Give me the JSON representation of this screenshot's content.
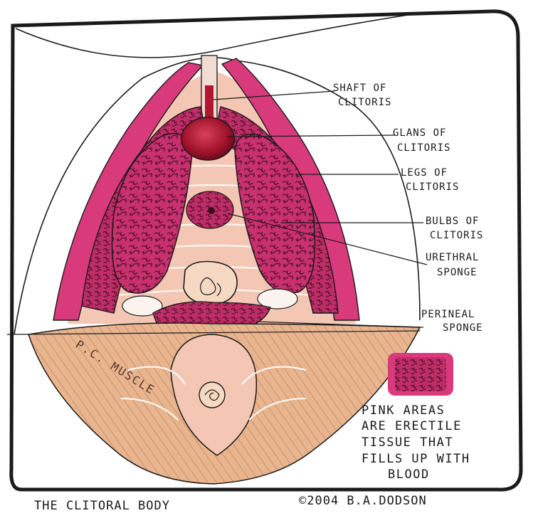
{
  "labels": {
    "shaft": [
      "SHAFT OF",
      "CLITORIS"
    ],
    "glans": [
      "GLANS OF",
      "CLITORIS"
    ],
    "legs": [
      "LEGS OF",
      "CLITORIS"
    ],
    "bulbs": [
      "BULBS OF",
      "CLITORIS"
    ],
    "urethral": [
      "URETHRAL",
      "SPONGE"
    ],
    "perineal": [
      "PERINEAL",
      "SPONGE"
    ],
    "muscle": "P.C. MUSCLE"
  },
  "legend": {
    "note": [
      "PINK AREAS",
      "ARE ERECTILE",
      "TISSUE THAT",
      "FILLS UP WITH",
      "BLOOD"
    ]
  },
  "caption": {
    "title": "THE CLITORAL BODY",
    "credit": "©2004 B.A.DODSON"
  },
  "colors": {
    "erectile": "#c8306f",
    "erectile_dark": "#8a1845",
    "glans": "#a0122a",
    "skin": "#f3c7b3",
    "muscle": "#e8b58f",
    "frame": "#1a1a1a"
  }
}
